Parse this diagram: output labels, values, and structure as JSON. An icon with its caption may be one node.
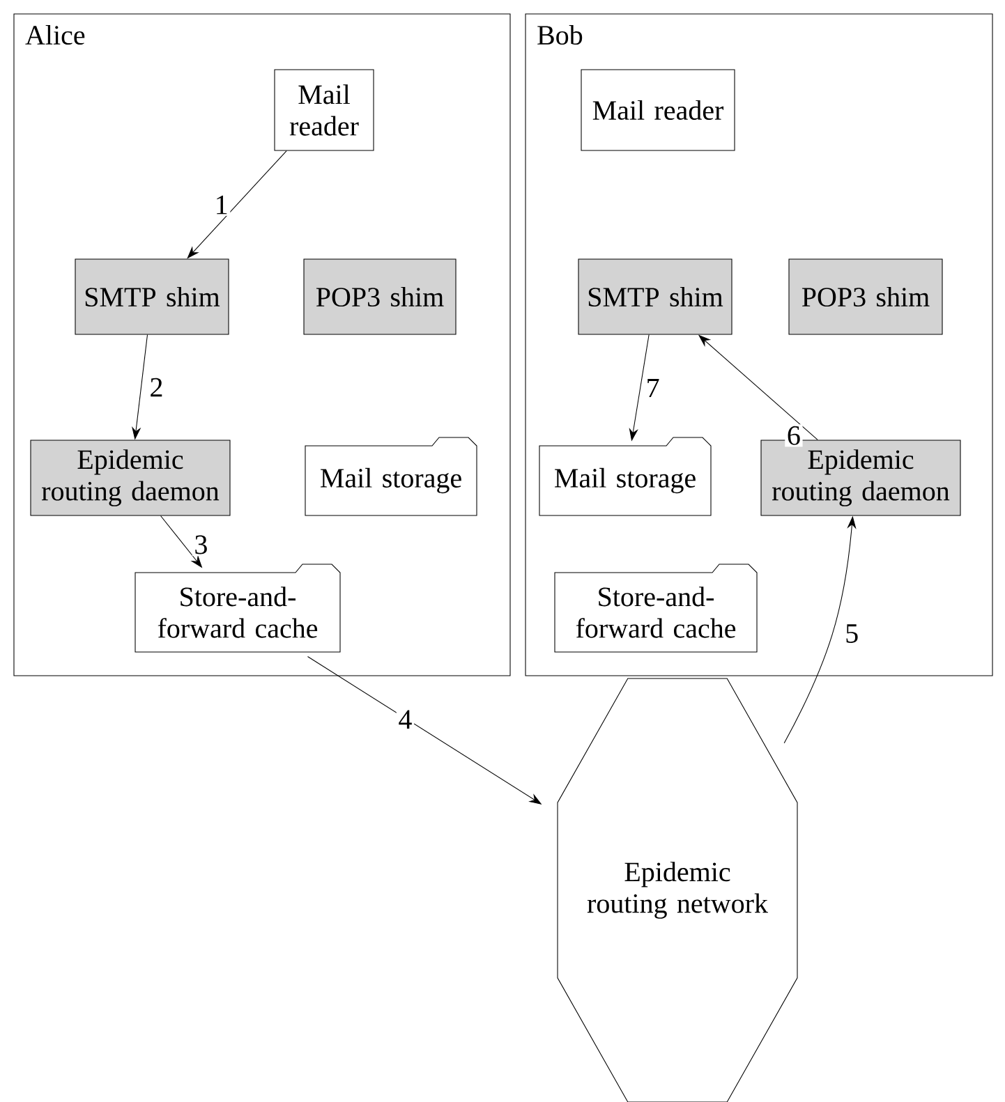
{
  "diagram": {
    "nodes": [
      {
        "text": [
          "Alice"
        ]
      },
      {
        "text": [
          "Mail reader"
        ],
        "in": 0
      },
      {
        "text": [
          "SMTP shim"
        ],
        "in": 0
      },
      {
        "text": [
          "POP3 shim"
        ],
        "in": 0
      },
      {
        "text": [
          "Epidemic routing daemon"
        ],
        "in": 0
      },
      {
        "text": [
          "Mail storage"
        ],
        "in": 0
      },
      {
        "text": [
          "Store-and-forward cache"
        ],
        "in": 0
      },
      {
        "text": [
          "Bob"
        ]
      },
      {
        "text": [
          "Mail reader"
        ],
        "in": 7
      },
      {
        "text": [
          "SMTP shim"
        ],
        "in": 7
      },
      {
        "text": [
          "POP3 shim"
        ],
        "in": 7
      },
      {
        "text": [
          "Mail storage"
        ],
        "in": 7
      },
      {
        "text": [
          "Epidemic routing daemon"
        ],
        "in": 7
      },
      {
        "text": [
          "Store-and-forward cache"
        ],
        "in": 7
      },
      {
        "text": [
          "Epidemic routing network"
        ]
      }
    ],
    "edges": [
      {
        "from": 1,
        "to": 2,
        "arrow": "to",
        "label": "1"
      },
      {
        "from": 2,
        "to": 4,
        "arrow": "to",
        "label": "2"
      },
      {
        "from": 4,
        "to": 6,
        "arrow": "to",
        "label": "3"
      },
      {
        "from": 6,
        "to": 14,
        "arrow": "to",
        "label": "4"
      },
      {
        "from": 14,
        "to": 12,
        "arrow": "to",
        "label": "5"
      },
      {
        "from": 12,
        "to": 9,
        "arrow": "to",
        "label": "6"
      },
      {
        "from": 9,
        "to": 11,
        "arrow": "to",
        "label": "7"
      }
    ]
  }
}
